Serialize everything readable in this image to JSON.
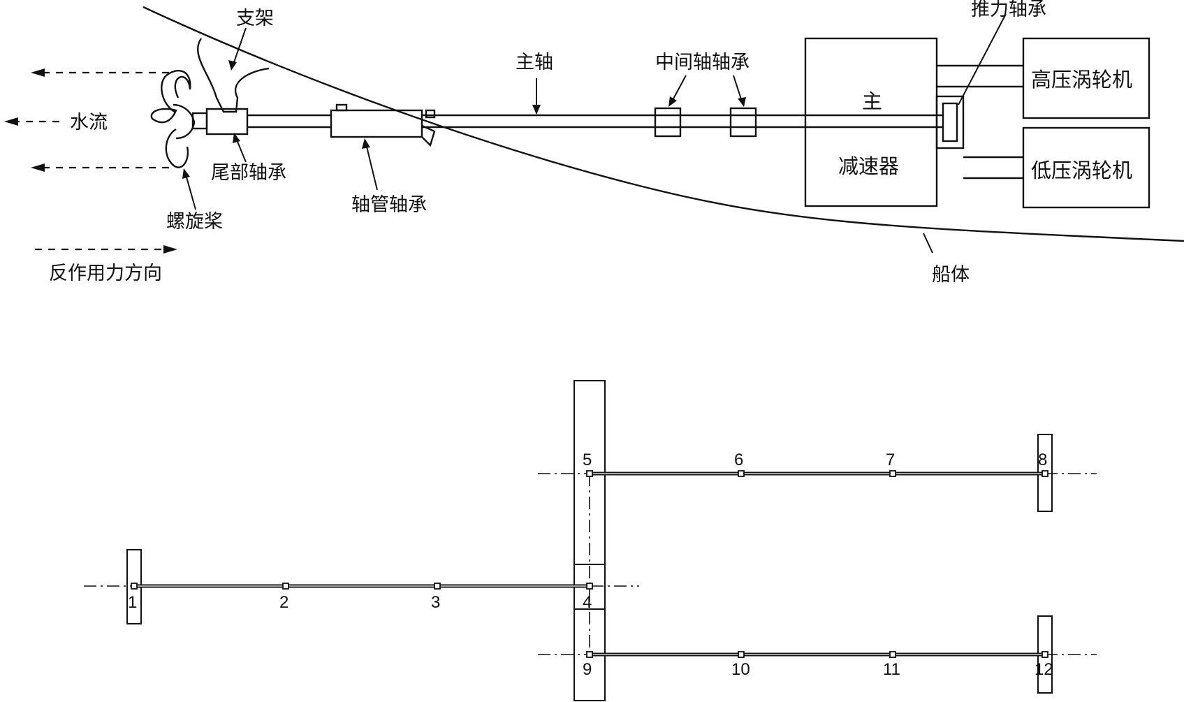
{
  "top": {
    "labels": {
      "support": "支架",
      "water_flow": "水流",
      "tail_bearing": "尾部轴承",
      "propeller": "螺旋桨",
      "reaction_direction": "反作用力方向",
      "stern_tube_bearing": "轴管轴承",
      "main_shaft": "主轴",
      "intermediate_bearing": "中间轴轴承",
      "thrust_bearing": "推力轴承",
      "main_reducer_top": "主",
      "main_reducer_bottom": "减速器",
      "hp_turbine": "高压涡轮机",
      "lp_turbine": "低压涡轮机",
      "hull": "船体"
    }
  },
  "bottom": {
    "nodes": [
      "1",
      "2",
      "3",
      "4",
      "5",
      "6",
      "7",
      "8",
      "9",
      "10",
      "11",
      "12"
    ]
  }
}
